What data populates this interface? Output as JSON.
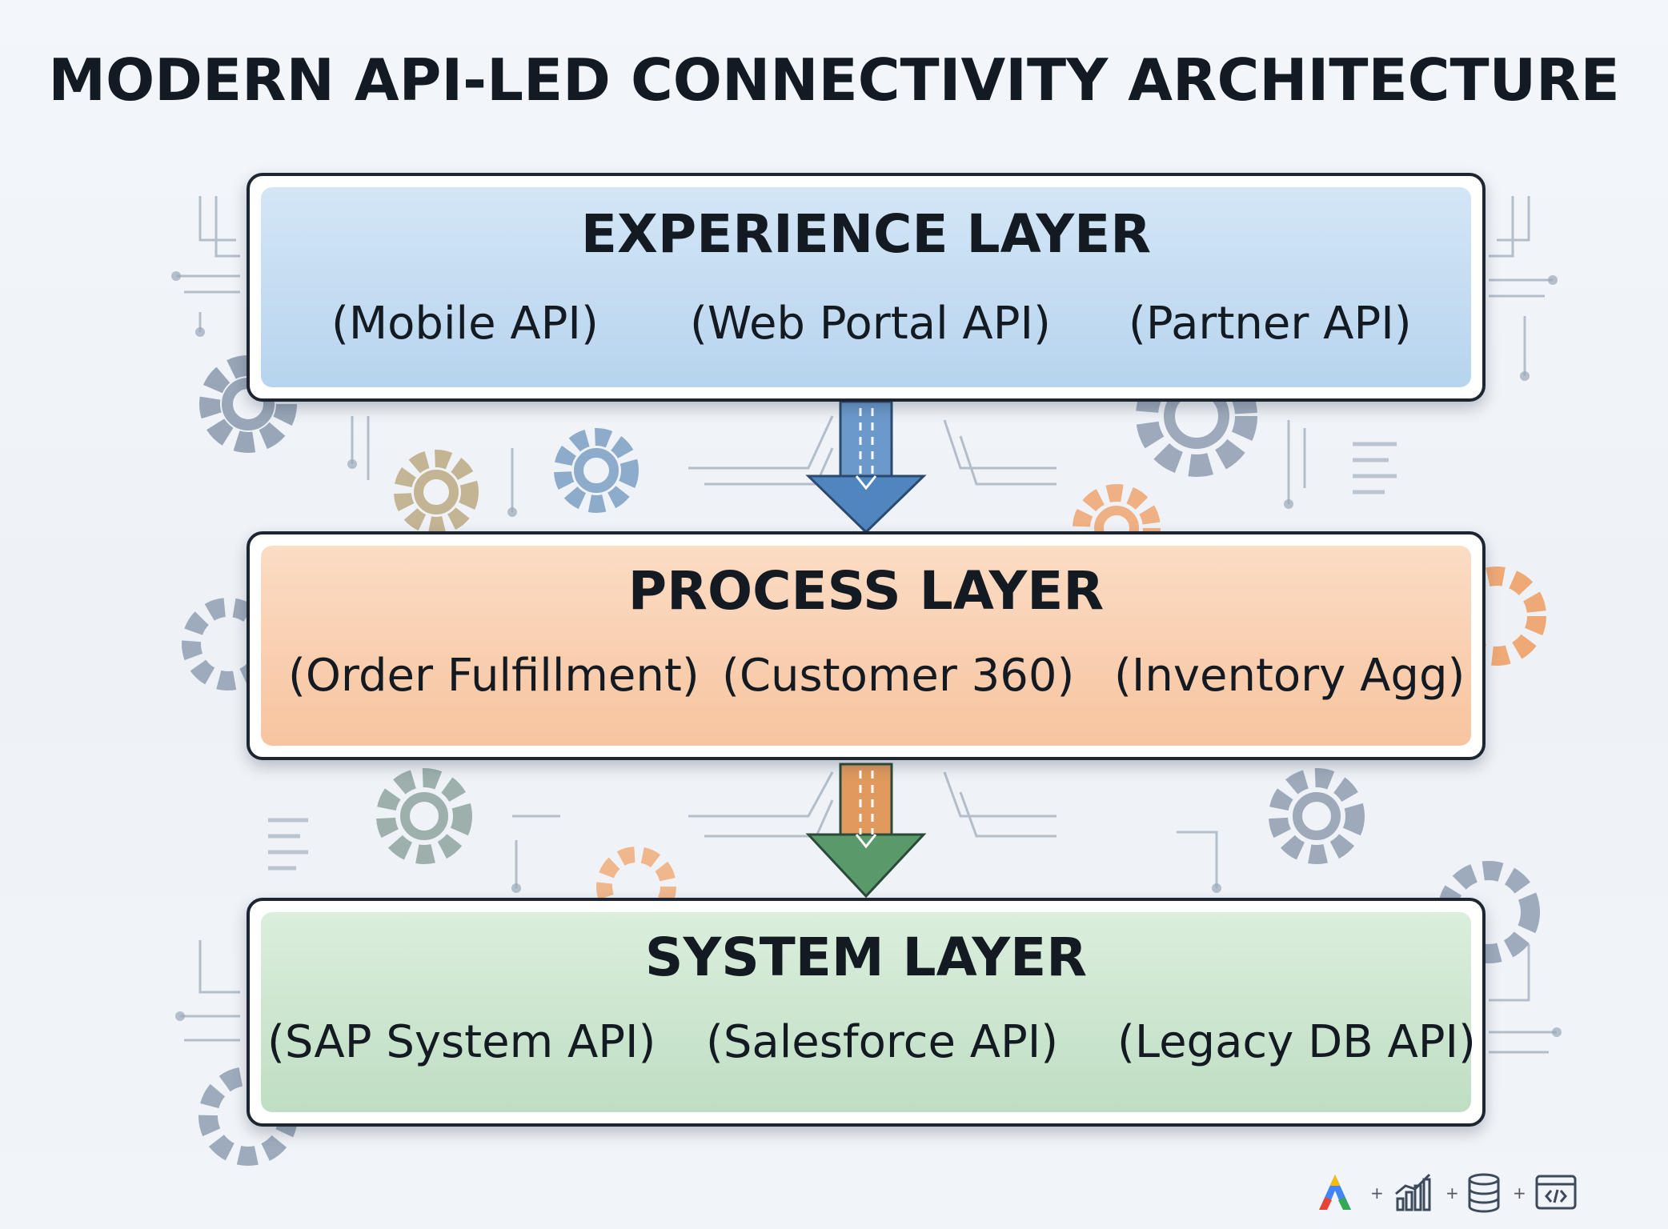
{
  "title": "MODERN API-LED CONNECTIVITY ARCHITECTURE",
  "layers": [
    {
      "name": "EXPERIENCE LAYER",
      "color": "#c4dcf2",
      "apis": [
        "(Mobile API)",
        "(Web Portal API)",
        "(Partner API)"
      ]
    },
    {
      "name": "PROCESS LAYER",
      "color": "#f9cfae",
      "apis": [
        "(Order Fulfillment)",
        "(Customer 360)",
        "(Inventory Agg)"
      ]
    },
    {
      "name": "SYSTEM LAYER",
      "color": "#cde6d0",
      "apis": [
        "(SAP System API)",
        "(Salesforce API)",
        "(Legacy DB API)"
      ]
    }
  ],
  "arrows": [
    {
      "from": "EXPERIENCE LAYER",
      "to": "PROCESS LAYER",
      "color": "#4f86c0"
    },
    {
      "from": "PROCESS LAYER",
      "to": "SYSTEM LAYER",
      "color": "#5a9a6a"
    }
  ],
  "footer_icons": [
    "logo-a-icon",
    "bar-chart-icon",
    "database-icon",
    "code-window-icon"
  ]
}
